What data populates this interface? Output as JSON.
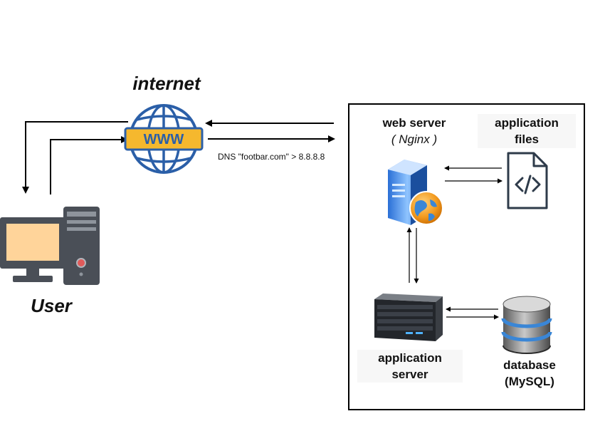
{
  "labels": {
    "internet": "internet",
    "user": "User",
    "dns": "DNS \"footbar.com\" > 8.8.8.8",
    "web_server": "web server",
    "nginx": "( Nginx )",
    "app_files_line1": "application",
    "app_files_line2": "files",
    "app_server_line1": "application",
    "app_server_line2": "server",
    "database_line1": "database",
    "database_line2": "(MySQL)",
    "www": "WWW"
  },
  "icons": {
    "globe": "globe-www-icon",
    "computer": "desktop-computer-icon",
    "web_server": "server-globe-icon",
    "files": "code-file-icon",
    "app_server": "rack-server-icon",
    "database": "database-icon"
  },
  "colors": {
    "globe_blue": "#2b5fa8",
    "www_band": "#f5b82e",
    "monitor_screen": "#ffd49a",
    "computer_dark": "#4a4f57"
  }
}
